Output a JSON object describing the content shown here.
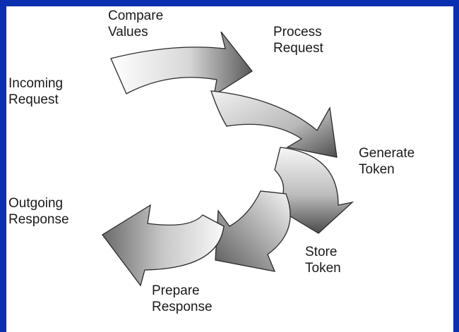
{
  "colors": {
    "frame": "#0a2fb0",
    "canvas": "#ffffff",
    "arrow_light": "#f4f4f4",
    "arrow_dark": "#4a4a4a",
    "outline": "#2a2a2a"
  },
  "steps": [
    {
      "id": "incoming-request",
      "label": "Incoming\nRequest"
    },
    {
      "id": "compare-values",
      "label": "Compare\nValues"
    },
    {
      "id": "process-request",
      "label": "Process\nRequest"
    },
    {
      "id": "generate-token",
      "label": "Generate\nToken"
    },
    {
      "id": "store-token",
      "label": "Store\nToken"
    },
    {
      "id": "prepare-response",
      "label": "Prepare\nResponse"
    },
    {
      "id": "outgoing-response",
      "label": "Outgoing\nResponse"
    }
  ]
}
